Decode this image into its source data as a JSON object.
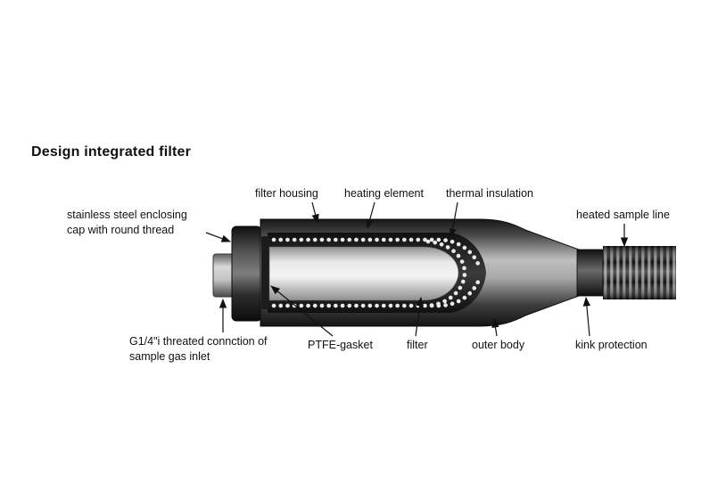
{
  "title": "Design integrated filter",
  "labels": {
    "filter_housing": "filter housing",
    "heating_element": "heating element",
    "thermal_insulation": "thermal insulation",
    "heated_sample_line": "heated sample line",
    "enclosing_cap": {
      "line1": "stainless steel enclosing",
      "line2": "cap with round thread"
    },
    "gas_inlet": {
      "line1": "G1/4\"i threated connction of",
      "line2": "sample gas inlet"
    },
    "ptfe_gasket": "PTFE-gasket",
    "filter": "filter",
    "outer_body": "outer body",
    "kink_protection": "kink protection"
  },
  "colors": {
    "background": "#ffffff",
    "text": "#111111",
    "metal_dark": "#141414",
    "metal_light": "#bfbfbf",
    "filter_light": "#f4f4f4",
    "insulation_dots": "#e9e9e9"
  }
}
